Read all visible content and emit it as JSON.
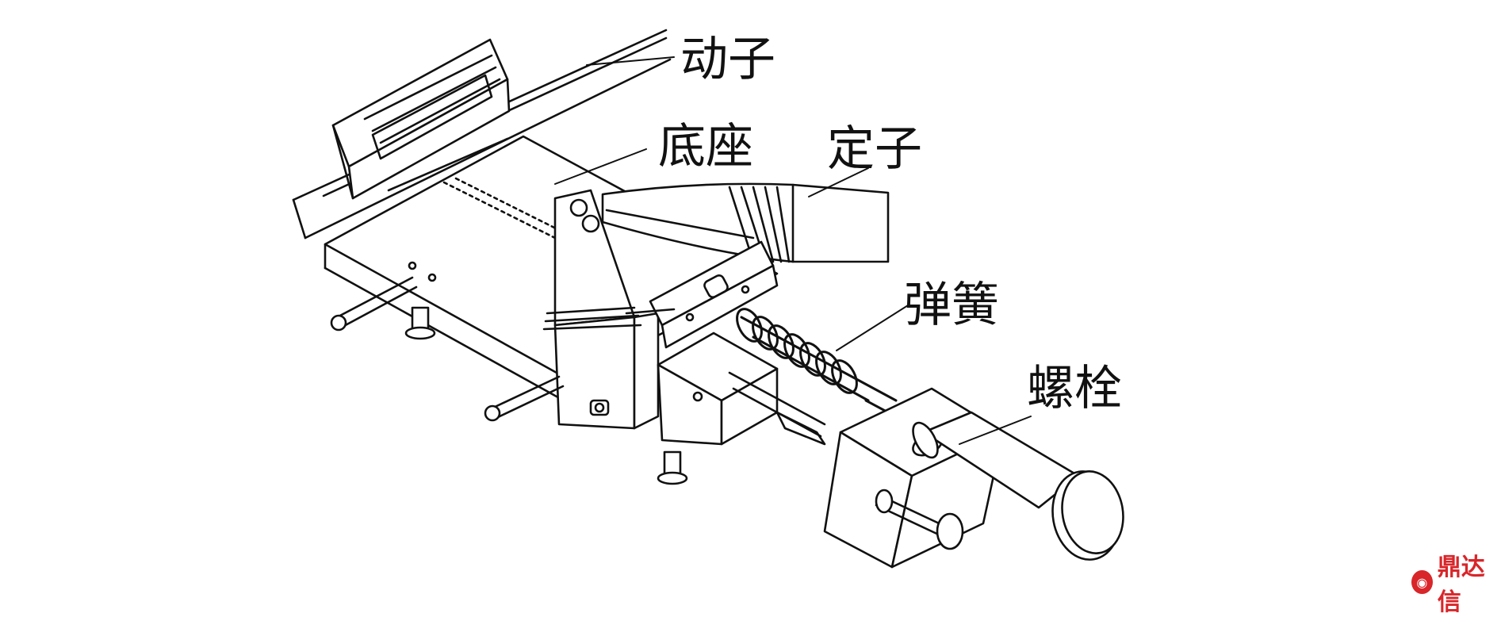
{
  "labels": {
    "mover": "动子",
    "base": "底座",
    "stator": "定子",
    "spring": "弹簧",
    "bolt": "螺栓"
  },
  "watermark": {
    "text": "鼎达信",
    "color": "#d8262a"
  },
  "colors": {
    "ink": "#111111",
    "paper": "#ffffff"
  }
}
